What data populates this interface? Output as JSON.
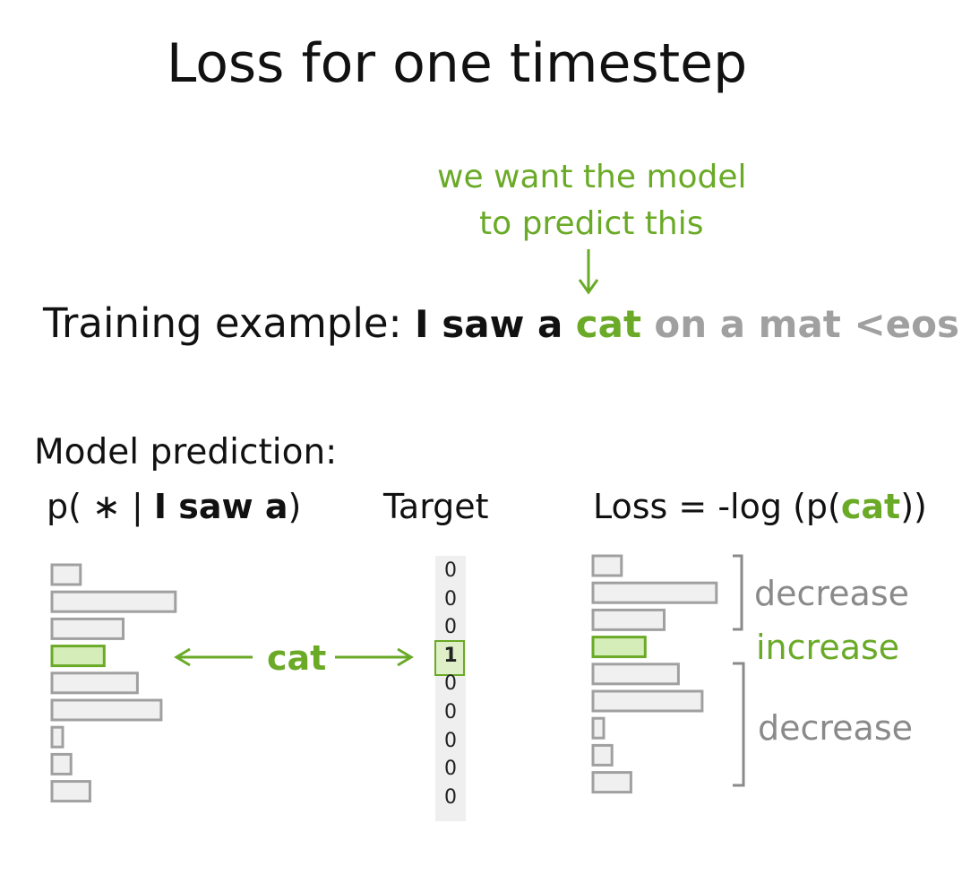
{
  "title": "Loss for one timestep",
  "annotation": {
    "line1": "we want the model",
    "line2": "to predict this"
  },
  "training": {
    "label": "Training example:",
    "context": "I saw a",
    "target_word": "cat",
    "rest": "on a mat <eos>"
  },
  "model_prediction": {
    "label": "Model prediction:",
    "prob_prefix": "p(",
    "prob_star": "∗",
    "prob_bar": "|",
    "prob_context": "I saw a",
    "prob_suffix": ")",
    "bar_values": [
      0.06,
      0.26,
      0.15,
      0.11,
      0.18,
      0.23,
      0.02,
      0.04,
      0.08
    ],
    "highlight_index": 3
  },
  "cat_label": "cat",
  "target": {
    "label": "Target",
    "values": [
      "0",
      "0",
      "0",
      "1",
      "0",
      "0",
      "0",
      "0",
      "0"
    ]
  },
  "loss": {
    "prefix": "Loss = -log (p(",
    "word": "cat",
    "suffix": "))",
    "bar_values": [
      0.06,
      0.26,
      0.15,
      0.11,
      0.18,
      0.23,
      0.02,
      0.04,
      0.08
    ],
    "highlight_index": 3,
    "decrease_top": "decrease",
    "increase": "increase",
    "decrease_bottom": "decrease"
  },
  "colors": {
    "green": "#6aaa27",
    "green_fill": "#d5edb9",
    "bar_fill": "#f0f0f0",
    "bar_stroke": "#a0a0a0",
    "gray_text": "#8a8a8a"
  }
}
